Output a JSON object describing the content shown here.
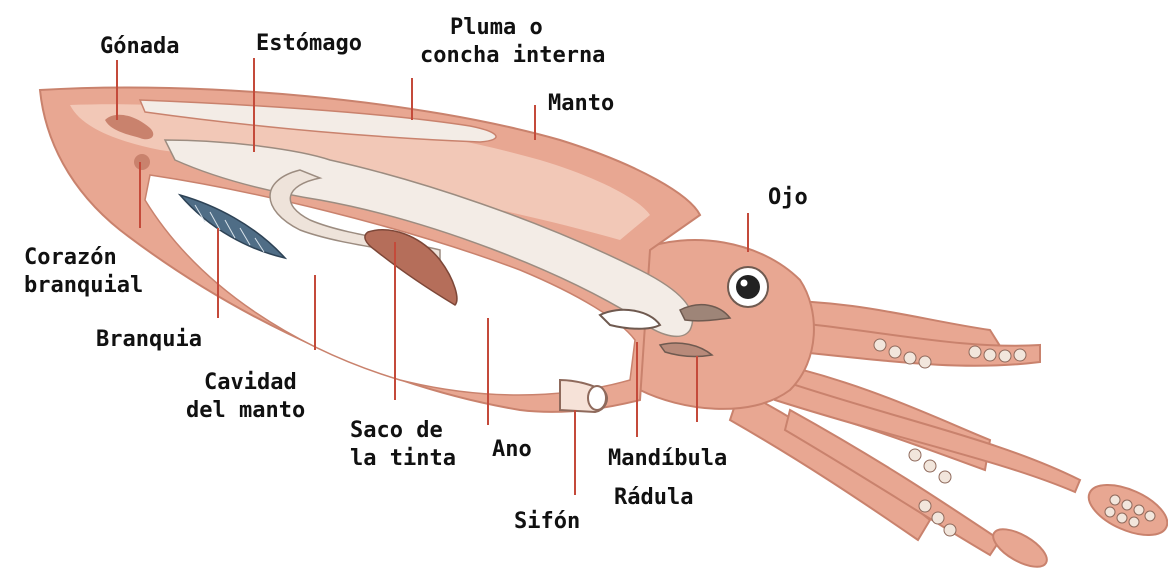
{
  "diagram": {
    "colors": {
      "mantle": "#e8a792",
      "mantle_dark": "#c9826d",
      "highlight": "#ffffff",
      "pen": "#f3ece6",
      "gill": "#4f6d86",
      "ink_sac": "#b56e5a",
      "leader": "#c44a3a",
      "text": "#111111"
    },
    "labels": {
      "gonada": "Gónada",
      "estomago": "Estómago",
      "pluma_1": "Pluma o",
      "pluma_2": "concha interna",
      "manto": "Manto",
      "ojo": "Ojo",
      "corazon_1": "Corazón",
      "corazon_2": "branquial",
      "branquia": "Branquia",
      "cavidad_1": "Cavidad",
      "cavidad_2": "del manto",
      "saco_1": "Saco de",
      "saco_2": "la tinta",
      "ano": "Ano",
      "mandibula": "Mandíbula",
      "radula": "Rádula",
      "sifon": "Sifón"
    }
  }
}
